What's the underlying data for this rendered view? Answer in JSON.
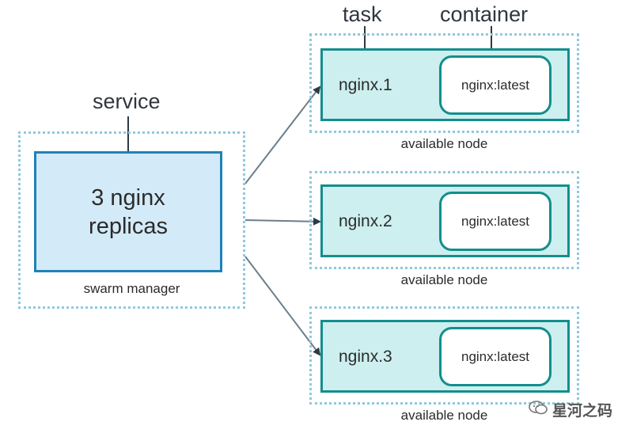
{
  "labels": {
    "service": "service",
    "task": "task",
    "container": "container"
  },
  "manager": {
    "service_text_line1": "3 nginx",
    "service_text_line2": "replicas",
    "caption": "swarm manager"
  },
  "nodes": [
    {
      "task": "nginx.1",
      "container": "nginx:latest",
      "caption": "available node"
    },
    {
      "task": "nginx.2",
      "container": "nginx:latest",
      "caption": "available node"
    },
    {
      "task": "nginx.3",
      "container": "nginx:latest",
      "caption": "available node"
    }
  ],
  "watermark": {
    "text": "星河之码",
    "icon": "wechat-bubble-icon"
  },
  "colors": {
    "service_fill": "#d3ebf8",
    "service_border": "#1f82b8",
    "node_fill": "#cdefef",
    "node_border": "#138e8c",
    "dotted_border": "#8fc9dc",
    "arrow": "#6b7f8c"
  }
}
